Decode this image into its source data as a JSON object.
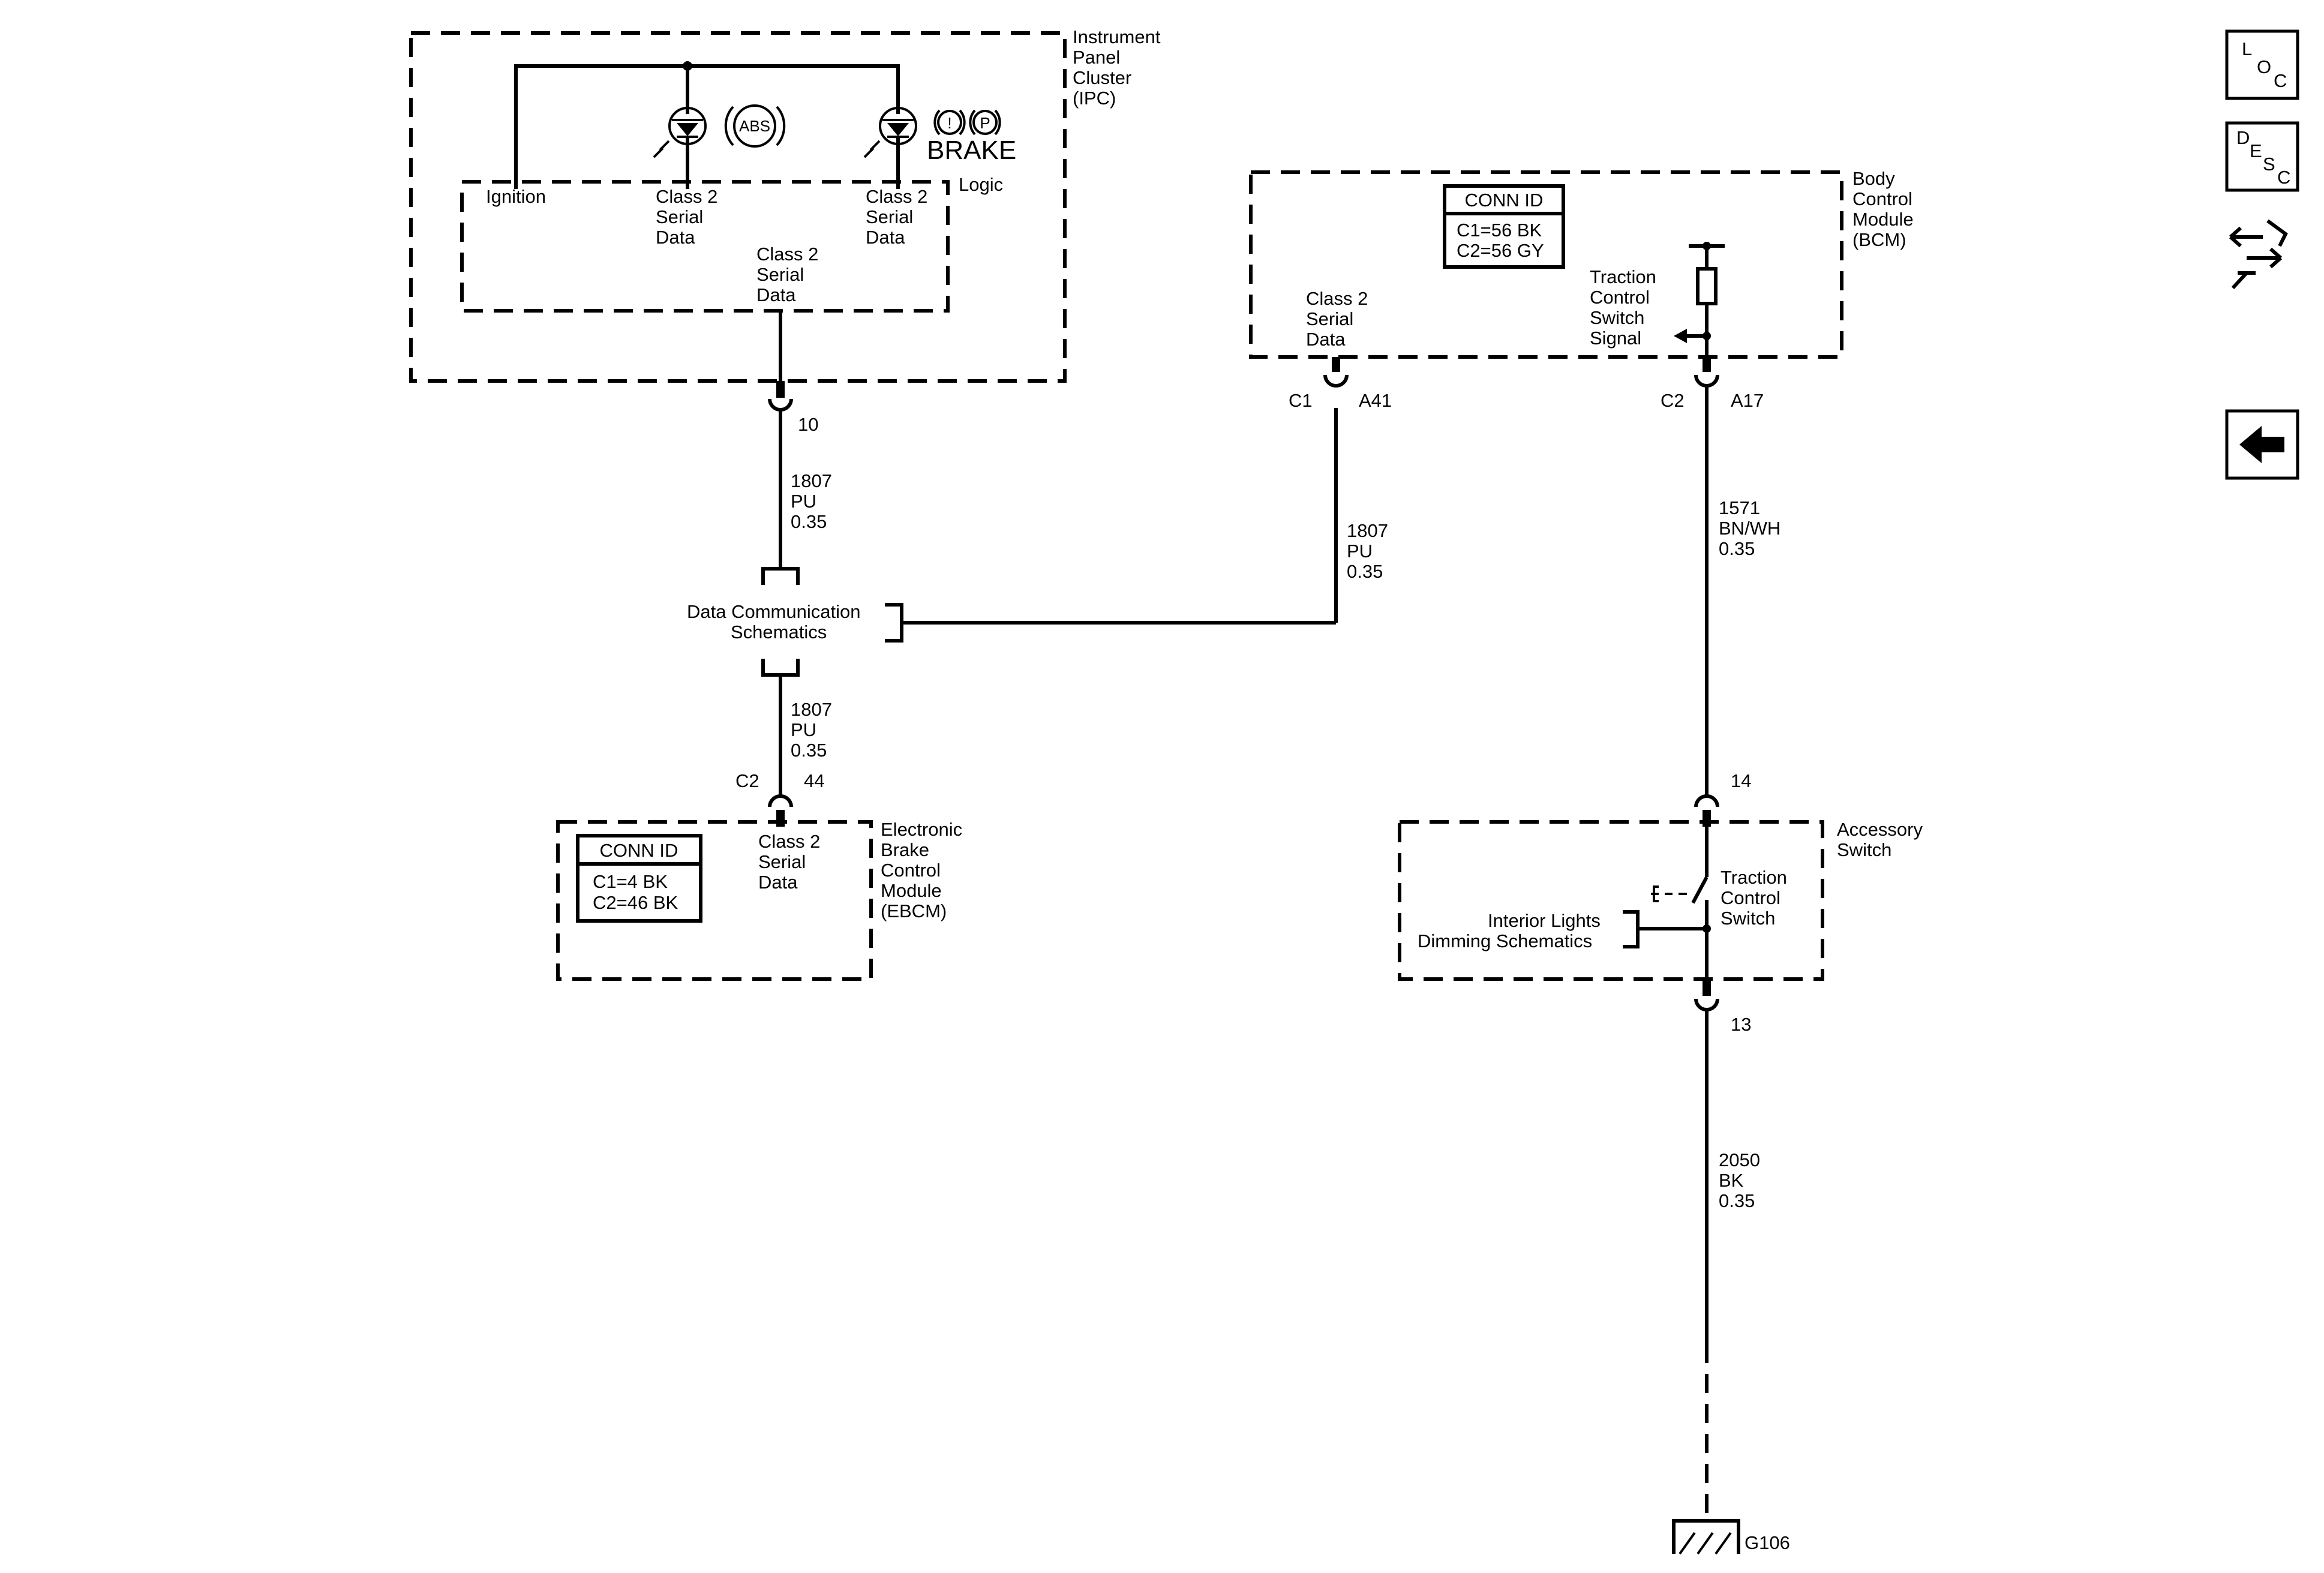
{
  "ipc": {
    "title": [
      "Instrument",
      "Panel",
      "Cluster",
      "(IPC)"
    ],
    "logic": "Logic",
    "ignition": "Ignition",
    "serial_left": [
      "Class 2",
      "Serial",
      "Data"
    ],
    "serial_right": [
      "Class 2",
      "Serial",
      "Data"
    ],
    "serial_out": [
      "Class 2",
      "Serial",
      "Data"
    ],
    "abs_symbol": "ABS",
    "brake_symbol_1": "!",
    "brake_symbol_2": "P",
    "brake_text": "BRAKE",
    "pin": "10"
  },
  "wire_ipc_dlc": [
    "1807",
    "PU",
    "0.35"
  ],
  "data_comm": [
    "Data Communication",
    "Schematics"
  ],
  "wire_dlc_ebcm": [
    "1807",
    "PU",
    "0.35"
  ],
  "ebcm": {
    "connector": "C2",
    "pin": "44",
    "conn_title": "CONN ID",
    "conn_rows": [
      "C1=4 BK",
      "C2=46 BK"
    ],
    "serial": [
      "Class 2",
      "Serial",
      "Data"
    ],
    "title": [
      "Electronic",
      "Brake",
      "Control",
      "Module",
      "(EBCM)"
    ]
  },
  "bcm": {
    "title": [
      "Body",
      "Control",
      "Module",
      "(BCM)"
    ],
    "conn_title": "CONN ID",
    "conn_rows": [
      "C1=56 BK",
      "C2=56 GY"
    ],
    "serial": [
      "Class 2",
      "Serial",
      "Data"
    ],
    "tcs_signal": [
      "Traction",
      "Control",
      "Switch",
      "Signal"
    ],
    "c1": "C1",
    "a41": "A41",
    "c2": "C2",
    "a17": "A17"
  },
  "wire_bcm_dlc": [
    "1807",
    "PU",
    "0.35"
  ],
  "wire_bcm_switch": [
    "1571",
    "BN/WH",
    "0.35"
  ],
  "acc_switch": {
    "title": [
      "Accessory",
      "Switch"
    ],
    "pin_top": "14",
    "pin_bottom": "13",
    "tcs": [
      "Traction",
      "Control",
      "Switch"
    ],
    "dimming": [
      "Interior Lights",
      "Dimming Schematics"
    ]
  },
  "wire_ground": [
    "2050",
    "BK",
    "0.35"
  ],
  "ground": "G106",
  "side_nav": {
    "loc": [
      "L",
      "O",
      "C"
    ],
    "desc": [
      "D",
      "E",
      "S",
      "C"
    ]
  }
}
